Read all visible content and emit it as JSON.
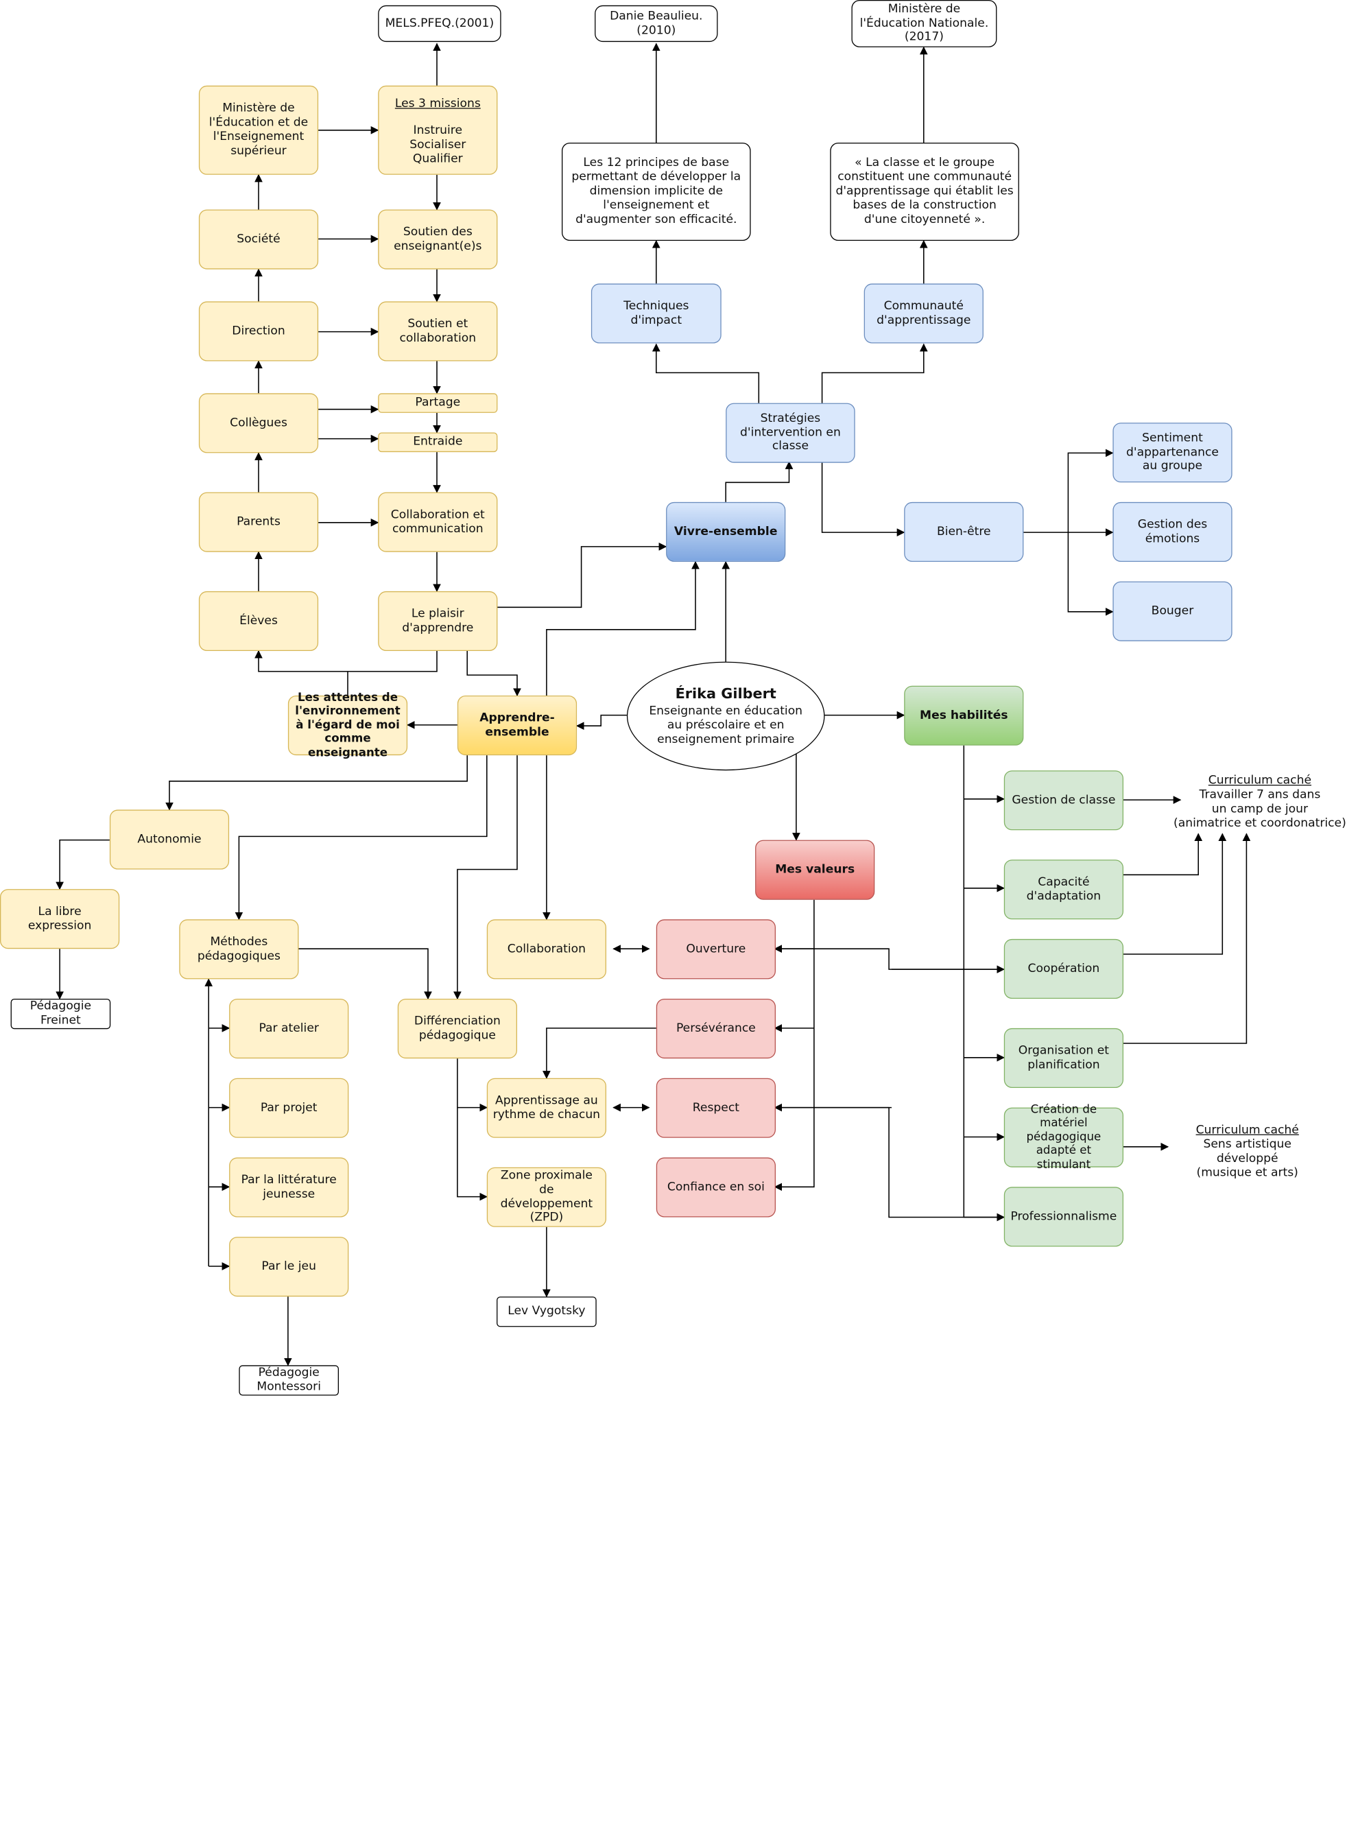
{
  "center": {
    "name": "Érika Gilbert",
    "subtitle": "Enseignante en éducation au préscolaire et en enseignement primaire"
  },
  "top_sources": {
    "mels": "MELS.PFEQ.(2001)",
    "beaulieu": "Danie Beaulieu. (2010)",
    "men": "Ministère de l'Éducation Nationale.(2017)"
  },
  "missions": {
    "title": "Les 3 missions",
    "items": [
      "Instruire",
      "Socialiser",
      "Qualifier"
    ]
  },
  "left_column": {
    "ministere": "Ministère de l'Éducation et de l'Enseignement supérieur",
    "societe": "Société",
    "direction": "Direction",
    "collegues": "Collègues",
    "parents": "Parents",
    "eleves": "Élèves"
  },
  "middle_column": {
    "soutien_ens": "Soutien des enseignant(e)s",
    "soutien_collab": "Soutien et collaboration",
    "partage": "Partage",
    "entraide": "Entraide",
    "collab_comm": "Collaboration et communication",
    "plaisir": "Le plaisir d'apprendre"
  },
  "attentes": "Les attentes de l'environnement à l'égard de moi comme enseignante",
  "vivre": {
    "main": "Vivre-ensemble",
    "strategies": "Stratégies d'intervention en classe",
    "techniques": "Techniques d'impact",
    "communaute": "Communauté d'apprentissage",
    "principes": "Les 12 principes de base permettant de développer la dimension implicite de l'enseignement et d'augmenter son efficacité.",
    "citation": "« La classe et le groupe constituent une communauté d'apprentissage qui établit les bases de la construction d'une citoyenneté ».",
    "bien_etre": "Bien-être",
    "sentiment": "Sentiment d'appartenance au groupe",
    "emotions": "Gestion des émotions",
    "bouger": "Bouger"
  },
  "apprendre": {
    "main": "Apprendre-ensemble",
    "autonomie": "Autonomie",
    "libre": "La libre expression",
    "freinet": "Pédagogie Freinet",
    "methodes": "Méthodes pédagogiques",
    "atelier": "Par atelier",
    "projet": "Par projet",
    "litterature": "Par la littérature jeunesse",
    "jeu": "Par le jeu",
    "montessori": "Pédagogie Montessori",
    "differenciation": "Différenciation pédagogique",
    "rythme": "Apprentissage au rythme de chacun",
    "zpd": "Zone proximale de développement (ZPD)",
    "vygotsky": "Lev Vygotsky",
    "collaboration": "Collaboration"
  },
  "valeurs": {
    "main": "Mes valeurs",
    "ouverture": "Ouverture",
    "perseverance": "Persévérance",
    "respect": "Respect",
    "confiance": "Confiance en soi"
  },
  "habiletes": {
    "main": "Mes habilités",
    "gestion": "Gestion de classe",
    "adaptation": "Capacité d'adaptation",
    "cooperation": "Coopération",
    "organisation": "Organisation et planification",
    "creation": "Création de matériel pédagogique adapté et stimulant",
    "professionnalisme": "Professionnalisme"
  },
  "curriculum1": {
    "title": "Curriculum caché",
    "lines": [
      "Travailler 7 ans dans",
      "un camp de jour",
      "(animatrice et coordonatrice)"
    ]
  },
  "curriculum2": {
    "title": "Curriculum caché",
    "lines": [
      "Sens artistique développé",
      "(musique et arts)"
    ]
  },
  "colors": {
    "yellow_fill": "#fff2cc",
    "yellow_stroke": "#d6b656",
    "blue_fill": "#dae8fc",
    "blue_stroke": "#6c8ebf",
    "red_fill": "#f8cecc",
    "red_stroke": "#b85450",
    "green_fill": "#d5e8d4",
    "green_stroke": "#82b366"
  }
}
